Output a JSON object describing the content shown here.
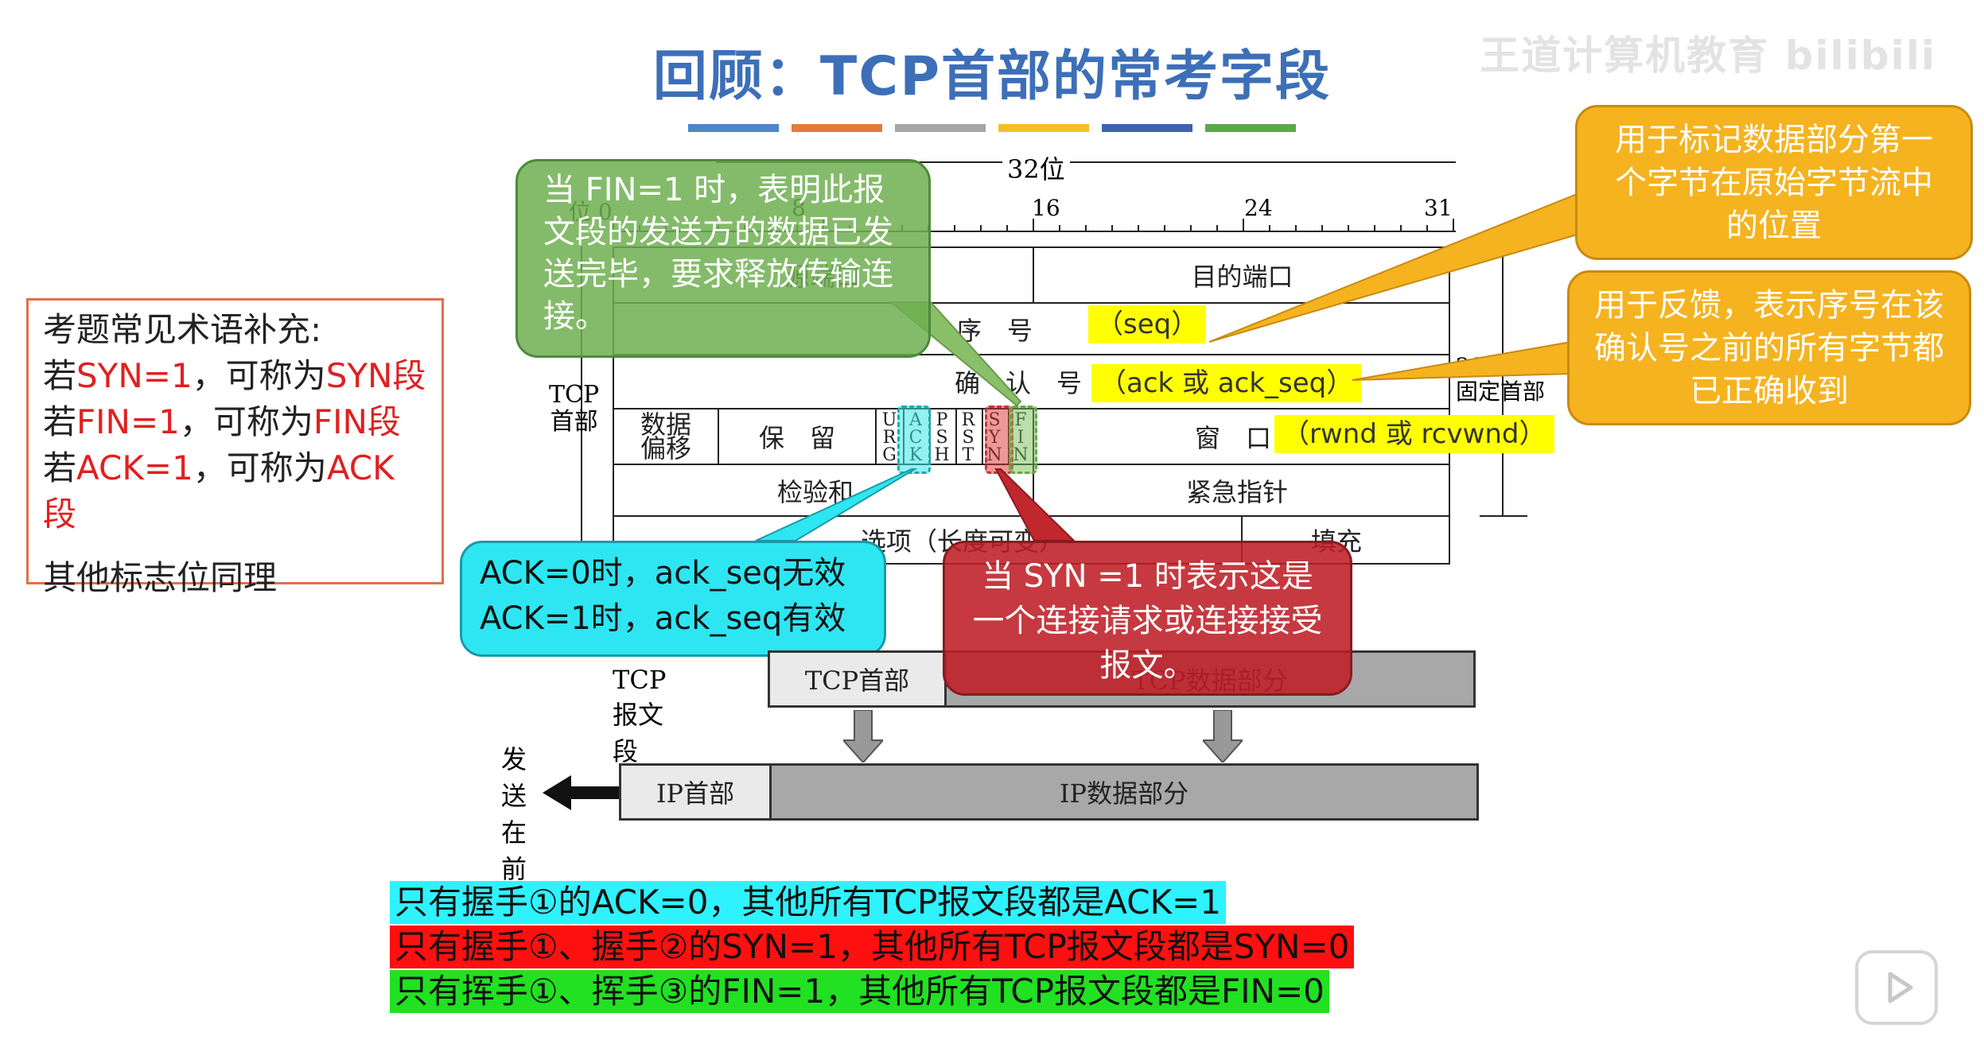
{
  "title": "回顾：TCP首部的常考字段",
  "watermark": "王道计算机教育 bilibili",
  "accent_bars": [
    "#4e86c6",
    "#e67a3c",
    "#a6a6a6",
    "#f5bf2a",
    "#3d62b0",
    "#5ca84a"
  ],
  "term_box": {
    "heading": "考题常见术语补充:",
    "lines": [
      {
        "prefix": "若",
        "flag": "SYN=1",
        "mid": "，可称为",
        "term": "SYN段"
      },
      {
        "prefix": "若",
        "flag": "FIN=1",
        "mid": "，可称为",
        "term": "FIN段"
      },
      {
        "prefix": "若",
        "flag": "ACK=1",
        "mid": "，可称为",
        "term": "ACK段"
      }
    ],
    "footer": "其他标志位同理"
  },
  "header_diagram": {
    "width_label": "32位",
    "bit_labels": [
      "位 0",
      "8",
      "16",
      "24",
      "31"
    ],
    "src_port": "源端口",
    "dst_port": "目的端口",
    "seq": "序　号",
    "ack": "确　认　号",
    "data_offset": "数据\n偏移",
    "reserved": "保　留",
    "flags": [
      "URG",
      "ACK",
      "PSH",
      "RST",
      "SYN",
      "FIN"
    ],
    "window": "窗　口",
    "checksum": "检验和",
    "urgent": "紧急指针",
    "options": "选项（长度可变）",
    "padding": "填充",
    "tcp_header_label": "TCP\n首部",
    "fixed_label": "20B的\n固定首部"
  },
  "tags": {
    "seq": "（seq）",
    "ack": "（ack 或 ack_seq）",
    "window": "（rwnd 或 rcvwnd）"
  },
  "callouts": {
    "fin": "当 FIN=1 时，表明此报文段的发送方的数据已发送完毕，要求释放传输连接。",
    "seq_note": "用于标记数据部分第一个字节在原始字节流中的位置",
    "ack_note": "用于反馈，表示序号在该确认号之前的所有字节都已正确收到",
    "ack_flag_lines": [
      "ACK=0时，ack_seq无效",
      "ACK=1时，ack_seq有效"
    ],
    "syn": "当 SYN =1 时表示这是一个连接请求或连接接受报文。"
  },
  "encapsulation": {
    "segment_label": "TCP报文段",
    "tcp_header": "TCP首部",
    "tcp_data": "TCP数据部分",
    "send_first": "发送在前",
    "ip_header": "IP首部",
    "ip_data": "IP数据部分"
  },
  "highlights": [
    {
      "text": "只有握手①的ACK=0，其他所有TCP报文段都是ACK=1",
      "color": "#2ff2ff"
    },
    {
      "text": "只有握手①、握手②的SYN=1，其他所有TCP报文段都是SYN=0",
      "color": "#ff1010"
    },
    {
      "text": "只有挥手①、挥手③的FIN=1，其他所有TCP报文段都是FIN=0",
      "color": "#22e022"
    }
  ]
}
